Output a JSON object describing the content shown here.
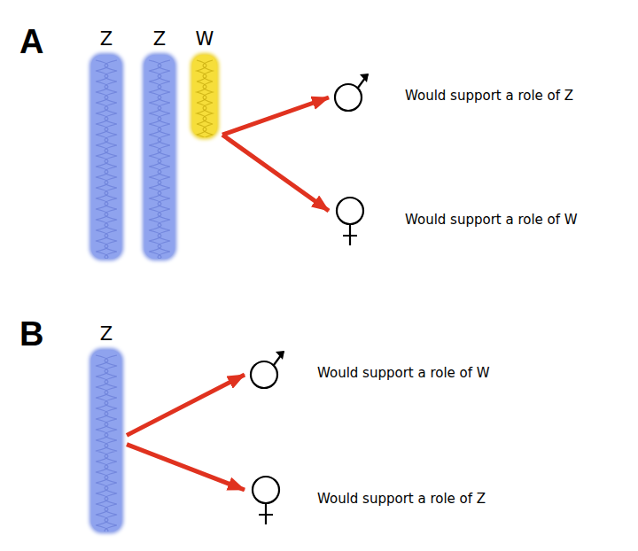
{
  "diagram": {
    "nodes": [
      {
        "text": [
          "Z"
        ]
      },
      {
        "text": [
          "Z"
        ]
      },
      {
        "text": [
          "W"
        ]
      },
      {
        "text": [
          "Would support a role of Z"
        ]
      },
      {
        "text": [
          "Would support a role of W"
        ]
      },
      {
        "text": [
          "Z"
        ]
      },
      {
        "text": [
          "Would support a role of W"
        ]
      },
      {
        "text": [
          "Would support a role of Z"
        ]
      }
    ],
    "edges": [
      {
        "from": 2,
        "to": 3,
        "arrow": "to"
      },
      {
        "from": 2,
        "to": 4,
        "arrow": "to"
      },
      {
        "from": 5,
        "to": 6,
        "arrow": "to"
      },
      {
        "from": 5,
        "to": 7,
        "arrow": "to"
      }
    ],
    "labels": [
      "A",
      "B"
    ]
  }
}
